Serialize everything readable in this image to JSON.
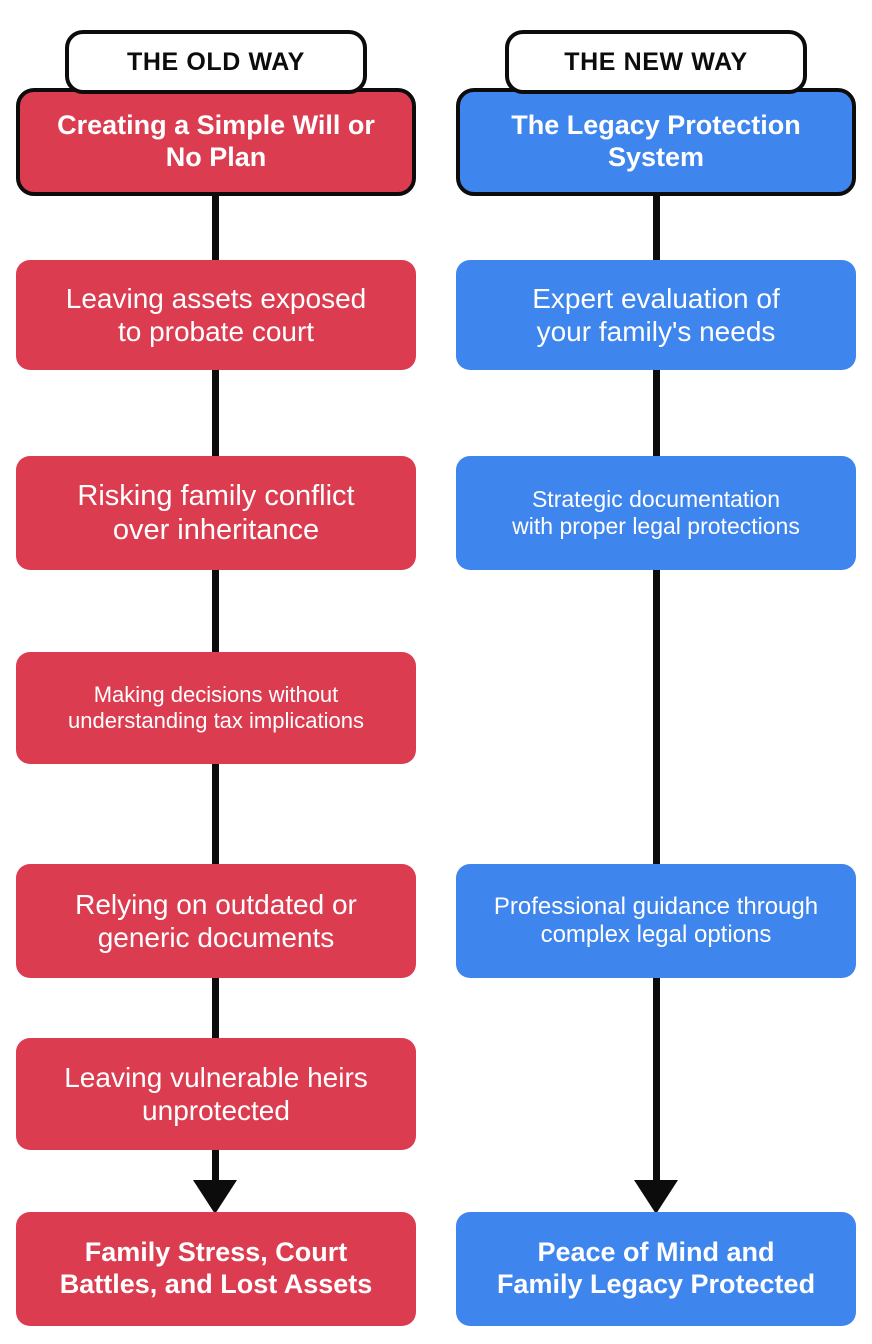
{
  "diagram": {
    "title_left": "THE OLD WAY",
    "title_right": "THE NEW WAY",
    "colors": {
      "left_accent": "#DC3C50",
      "right_accent": "#3F85EE",
      "line": "#0C0C0C",
      "background": "#FFFFFF",
      "text_on_box": "#FFFFFF",
      "pill_text": "#0C0C0C"
    }
  },
  "chart_data": {
    "type": "diagram",
    "title": "The Old Way vs The New Way",
    "columns": [
      {
        "name": "THE OLD WAY",
        "accent": "#DC3C50",
        "steps": [
          "Creating a Simple Will or\nNo Plan",
          "Leaving assets exposed\nto probate court",
          "Risking family conflict\nover inheritance",
          "Making decisions without\nunderstanding tax implications",
          "Relying on outdated or\ngeneric documents",
          "Leaving vulnerable heirs\nunprotected",
          "Family Stress, Court\nBattles, and Lost Assets"
        ]
      },
      {
        "name": "THE NEW WAY",
        "accent": "#3F85EE",
        "steps": [
          "The Legacy Protection\nSystem",
          "Expert evaluation of\nyour family's needs",
          "Strategic documentation\nwith proper legal protections",
          "Professional guidance through\ncomplex legal options",
          "Peace of Mind and\nFamily Legacy Protected"
        ]
      }
    ]
  },
  "left": {
    "header": "THE OLD WAY",
    "nodes": [
      {
        "text": "Creating a Simple Will or\nNo Plan"
      },
      {
        "text": "Leaving assets exposed\nto probate court"
      },
      {
        "text": "Risking family conflict\nover inheritance"
      },
      {
        "text": "Making decisions without\nunderstanding tax implications"
      },
      {
        "text": "Relying on outdated or\ngeneric documents"
      },
      {
        "text": "Leaving vulnerable heirs\nunprotected"
      },
      {
        "text": "Family Stress, Court\nBattles, and Lost Assets"
      }
    ]
  },
  "right": {
    "header": "THE NEW WAY",
    "nodes": [
      {
        "text": "The Legacy Protection\nSystem"
      },
      {
        "text": "Expert evaluation of\nyour family's needs"
      },
      {
        "text": "Strategic documentation\nwith proper legal protections"
      },
      {
        "text": "Professional guidance through\ncomplex legal options"
      },
      {
        "text": "Peace of Mind and\nFamily Legacy Protected"
      }
    ]
  }
}
